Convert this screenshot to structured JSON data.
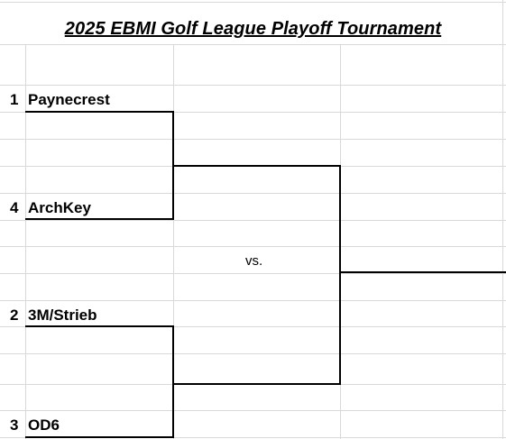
{
  "title": "2025 EBMI Golf League Playoff Tournament",
  "seeds": [
    {
      "seed": "1",
      "team": "Paynecrest"
    },
    {
      "seed": "4",
      "team": "ArchKey"
    },
    {
      "seed": "2",
      "team": "3M/Strieb"
    },
    {
      "seed": "3",
      "team": "OD6"
    }
  ],
  "final_label": "vs.",
  "colors": {
    "gridline": "#d9d9d9",
    "bracket": "#000000",
    "background": "#ffffff"
  }
}
